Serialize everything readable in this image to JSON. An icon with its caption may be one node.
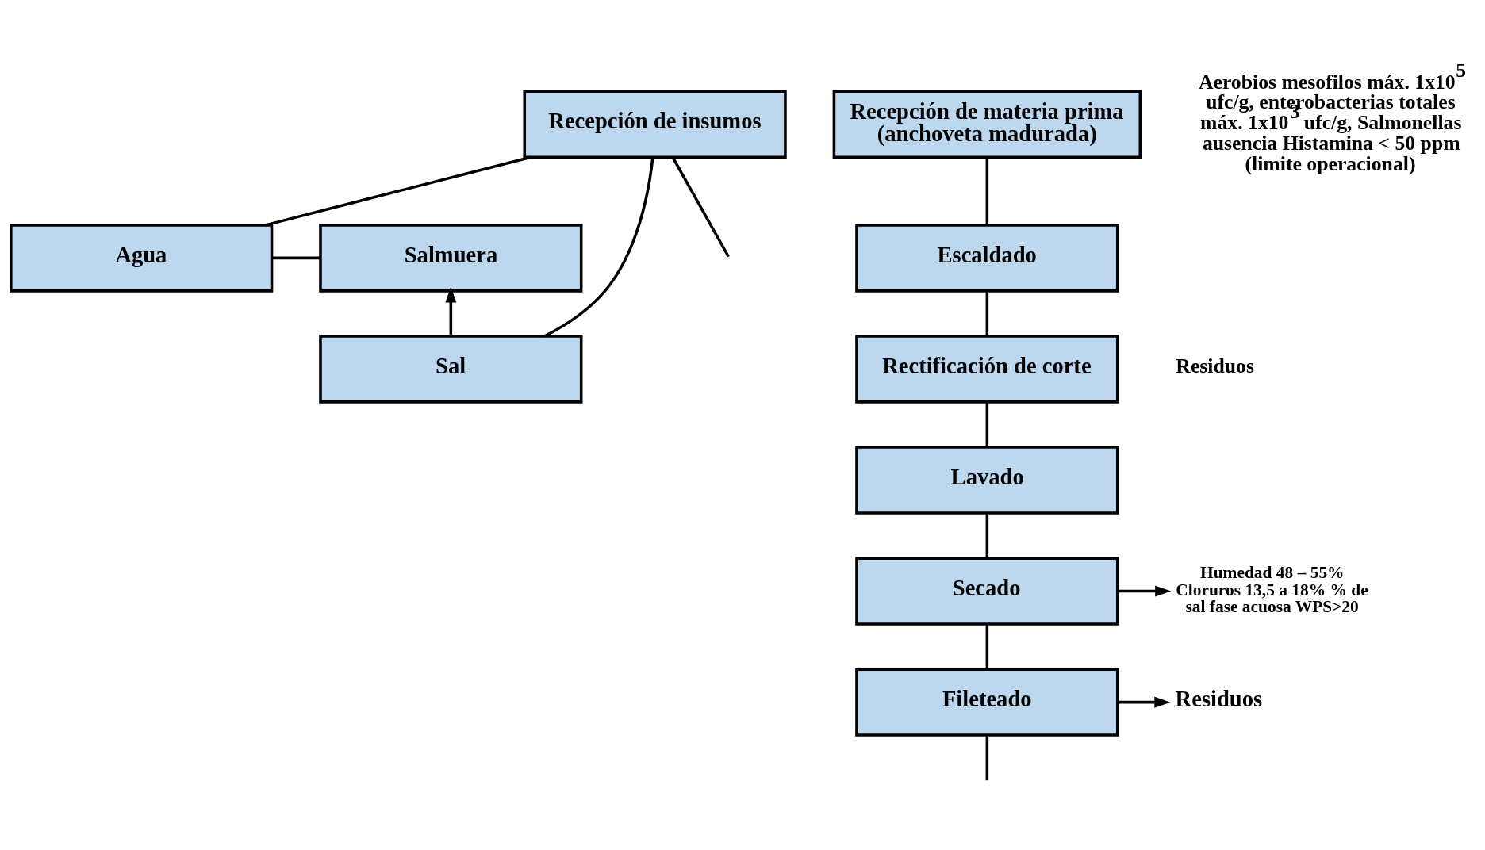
{
  "diagram": {
    "nodes": [
      {
        "text": [
          "Recepción de insumos"
        ]
      },
      {
        "text": [
          "Agua"
        ]
      },
      {
        "text": [
          "Sal"
        ]
      },
      {
        "text": [
          "Salmuera"
        ]
      },
      {
        "text": [
          "Recepción de materia prima (anchoveta madurada)"
        ],
        "beside": [
          "Aerobios mesofilos máx. 1x10$^{5}$ ufc/g, enterobacterias totales máx. 1x10$^{3}$ ufc/g, Salmonellas ausencia Histamina < 50 ppm (limite operacional)"
        ]
      },
      {
        "text": [
          "Escaldado"
        ]
      },
      {
        "text": [
          "Rectificación de corte"
        ],
        "beside": [
          "Residuos"
        ]
      },
      {
        "text": [
          "Lavado"
        ]
      },
      {
        "text": [
          "Secado"
        ]
      },
      {
        "text": [
          "Fileteado"
        ]
      },
      {
        "text": [
          "Humedad 48 – 55% Cloruros 13,5 a 18% % de sal fase acuosa WPS>20"
        ]
      },
      {
        "text": [
          "Residuos"
        ]
      }
    ],
    "edges": [
      {
        "from": 0,
        "to": 1,
        "arrow": "none"
      },
      {
        "from": 0,
        "to": 2,
        "arrow": "none"
      },
      {
        "from": 0,
        "to": null,
        "arrow": "none"
      },
      {
        "from": 1,
        "to": 3,
        "arrow": "none"
      },
      {
        "from": 2,
        "to": 3,
        "arrow": "to"
      },
      {
        "from": 4,
        "to": 5,
        "arrow": "none"
      },
      {
        "from": 5,
        "to": 6,
        "arrow": "none"
      },
      {
        "from": 6,
        "to": 7,
        "arrow": "none"
      },
      {
        "from": 7,
        "to": 8,
        "arrow": "none"
      },
      {
        "from": 8,
        "to": 9,
        "arrow": "none"
      },
      {
        "from": 8,
        "to": 10,
        "arrow": "to"
      },
      {
        "from": 9,
        "to": 11,
        "arrow": "to"
      },
      {
        "from": 9,
        "to": null,
        "arrow": "none"
      }
    ]
  }
}
